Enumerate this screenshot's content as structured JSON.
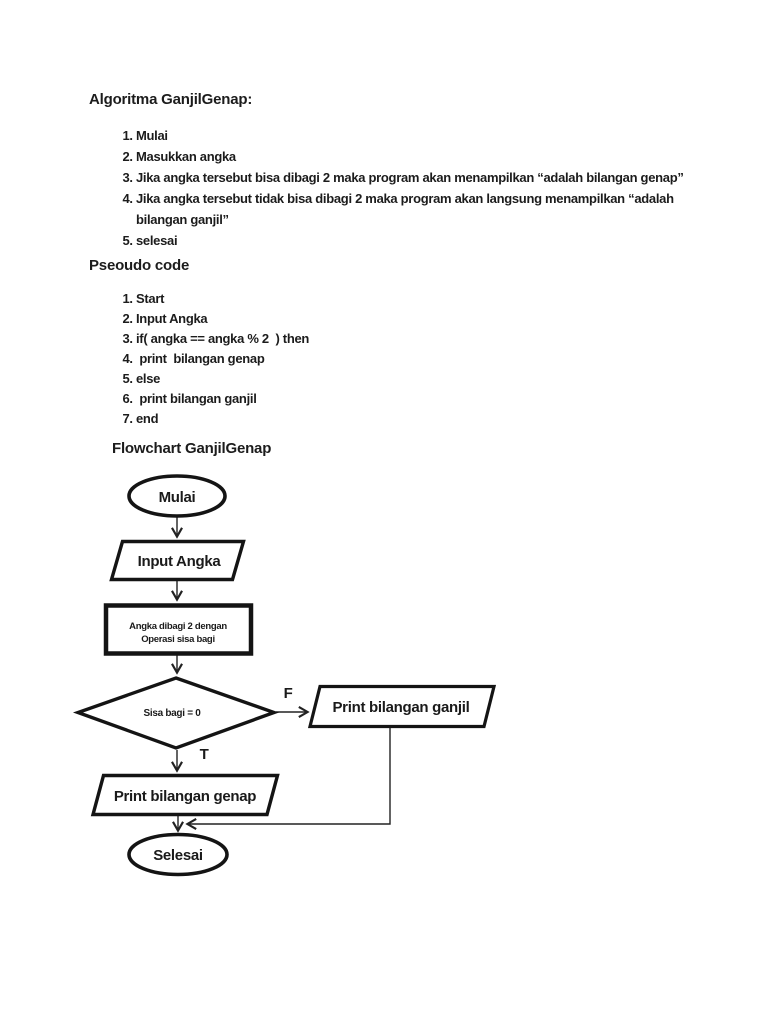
{
  "algorithm": {
    "heading": "Algoritma GanjilGenap:",
    "items": [
      "Mulai",
      "Masukkan angka",
      "Jika angka tersebut bisa dibagi 2 maka program akan menampilkan “adalah bilangan genap”",
      "Jika angka tersebut tidak bisa dibagi 2 maka program akan langsung menampilkan “adalah\nbilangan ganjil”",
      "selesai"
    ]
  },
  "pseudocode": {
    "heading": "Pseoudo code",
    "items": [
      "Start",
      "Input Angka",
      "if( angka == angka % 2  ) then",
      " print  bilangan genap",
      "else",
      " print bilangan ganjil",
      "end"
    ]
  },
  "flowchart": {
    "heading": "Flowchart GanjilGenap",
    "nodes": {
      "start": "Mulai",
      "input": "Input Angka",
      "process_line1": "Angka dibagi 2 dengan",
      "process_line2": "Operasi sisa bagi",
      "decision": "Sisa bagi = 0",
      "false_label": "F",
      "true_label": "T",
      "print_odd": "Print bilangan ganjil",
      "print_even": "Print bilangan genap",
      "end": "Selesai"
    },
    "colors": {
      "shape_stroke": "#141414",
      "line_stroke": "#222222",
      "text": "#1a1a1a",
      "page_background": "#ffffff"
    }
  }
}
